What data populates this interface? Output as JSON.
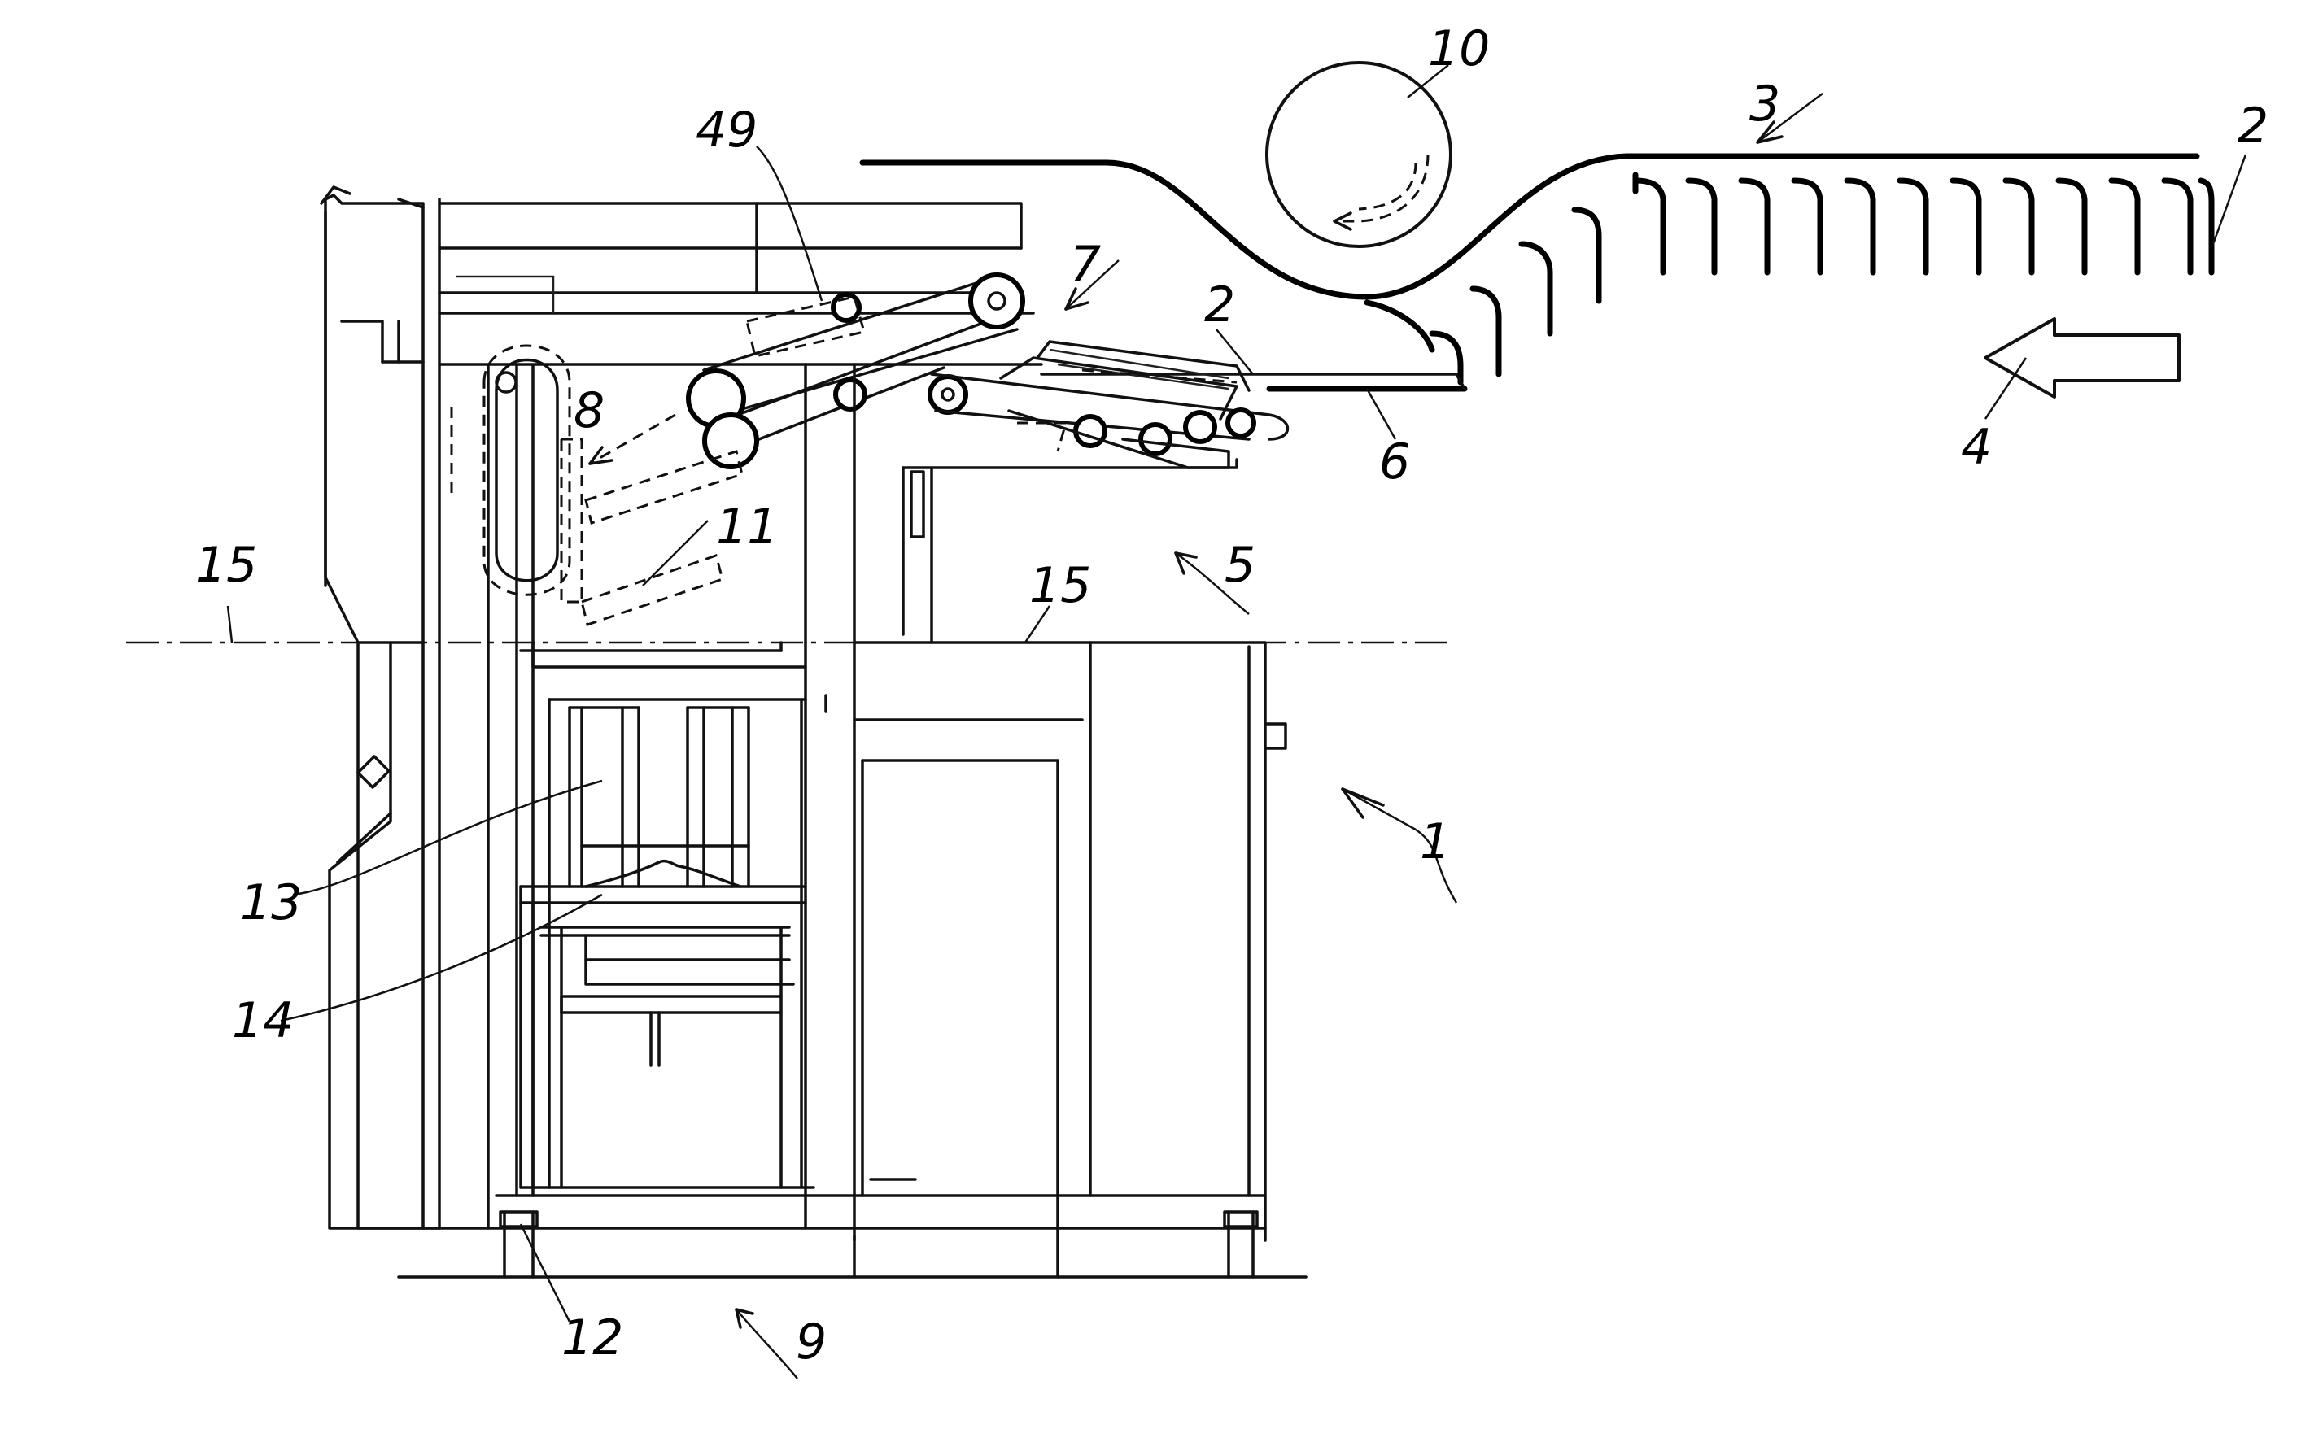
{
  "figure": {
    "labels": [
      {
        "id": "1",
        "text": "1"
      },
      {
        "id": "2a",
        "text": "2"
      },
      {
        "id": "2b",
        "text": "2"
      },
      {
        "id": "3",
        "text": "3"
      },
      {
        "id": "4",
        "text": "4"
      },
      {
        "id": "5",
        "text": "5"
      },
      {
        "id": "6",
        "text": "6"
      },
      {
        "id": "7",
        "text": "7"
      },
      {
        "id": "8",
        "text": "8"
      },
      {
        "id": "9",
        "text": "9"
      },
      {
        "id": "10",
        "text": "10"
      },
      {
        "id": "11",
        "text": "11"
      },
      {
        "id": "12",
        "text": "12"
      },
      {
        "id": "13",
        "text": "13"
      },
      {
        "id": "14",
        "text": "14"
      },
      {
        "id": "15a",
        "text": "15"
      },
      {
        "id": "15b",
        "text": "15"
      },
      {
        "id": "49",
        "text": "49"
      }
    ]
  }
}
